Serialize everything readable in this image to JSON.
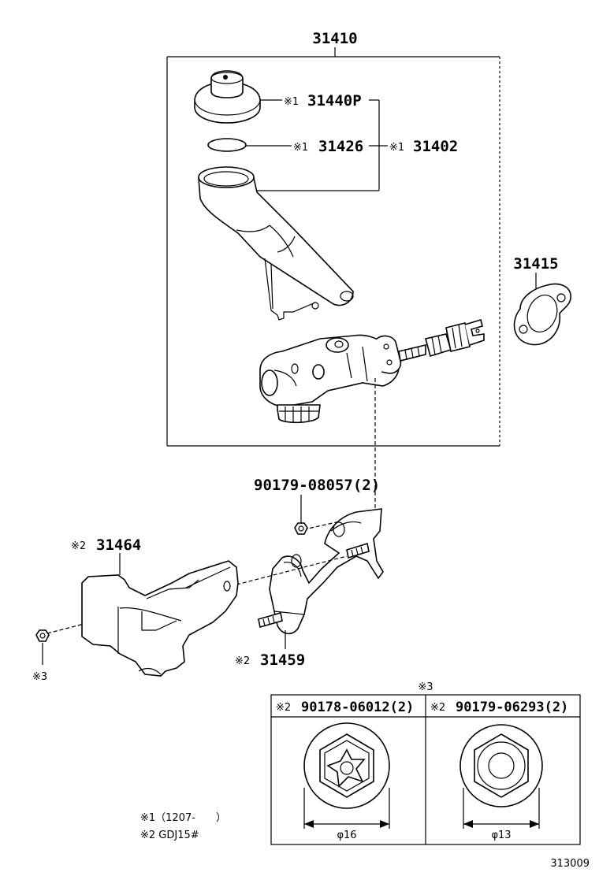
{
  "callouts": {
    "assembly": "31410",
    "cap_mark": "※1",
    "cap": "31440P",
    "seal_mark": "※1",
    "seal": "31426",
    "reservoir_mark": "※1",
    "reservoir": "31402",
    "gasket": "31415",
    "nut": "90179-08057(2)",
    "cover_mark": "※2",
    "cover": "31464",
    "bracket_mark": "※2",
    "bracket": "31459",
    "nut_ref": "※3"
  },
  "table": {
    "title": "※3",
    "col1_mark": "※2",
    "col1_part": "90178-06012(2)",
    "col1_dim": "φ16",
    "col2_mark": "※2",
    "col2_part": "90179-06293(2)",
    "col2_dim": "φ13"
  },
  "notes": {
    "note1": "※1（1207-　　）",
    "note2": "※2 GDJ15#"
  },
  "figure_id": "313009"
}
